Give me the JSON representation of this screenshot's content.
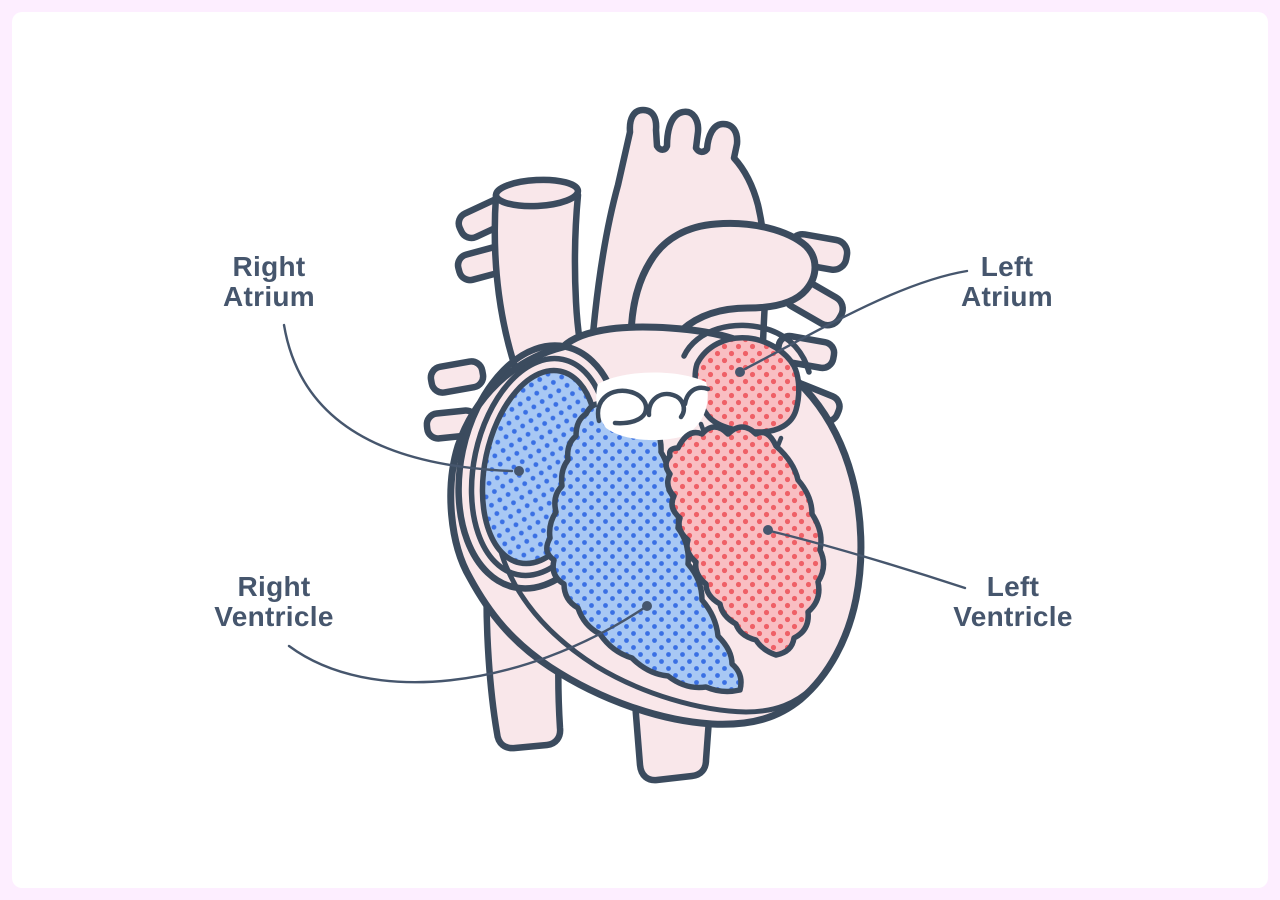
{
  "page": {
    "background": "#fdeeff",
    "surface": "#ffffff"
  },
  "diagram": {
    "type": "anatomical-illustration",
    "subject": "human heart cross-section",
    "labels": {
      "right_atrium": {
        "line1": "Right",
        "line2": "Atrium"
      },
      "left_atrium": {
        "line1": "Left",
        "line2": "Atrium"
      },
      "right_ventricle": {
        "line1": "Right",
        "line2": "Ventricle"
      },
      "left_ventricle": {
        "line1": "Left",
        "line2": "Ventricle"
      }
    },
    "colors": {
      "outline": "#3b4b5e",
      "label_text": "#46566d",
      "vessel_fill": "#f9e7ea",
      "blue_base": "#a8c8f4",
      "blue_dot": "#3a70e4",
      "red_base": "#f9bec2",
      "red_dot": "#ef6067"
    }
  }
}
